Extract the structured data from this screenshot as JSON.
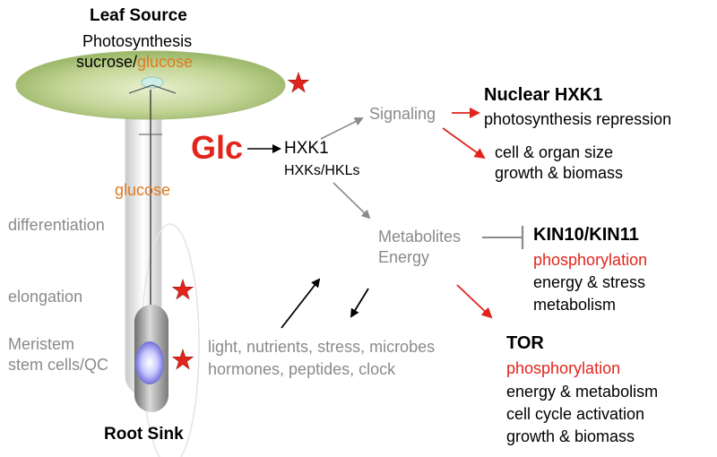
{
  "leaf": {
    "title": "Leaf Source",
    "subtitle": "Photosynthesis",
    "sugar_a": "sucrose/",
    "sugar_b": "glucose"
  },
  "stem": {
    "glucose": "glucose",
    "differentiation": "differentiation",
    "elongation": "elongation",
    "meristem_1": "Meristem",
    "meristem_2": "stem cells/QC",
    "root_sink": "Root Sink"
  },
  "center": {
    "glc": "Glc",
    "hxk1": "HXK1",
    "hxks": "HXKs/HKLs",
    "signaling": "Signaling",
    "metabolites": "Metabolites",
    "energy": "Energy",
    "env_1": "light, nutrients, stress, microbes",
    "env_2": "hormones, peptides, clock"
  },
  "nuclear": {
    "title": "Nuclear HXK1",
    "line1": "photosynthesis repression",
    "line2": "cell & organ size",
    "line3": "growth & biomass"
  },
  "kin": {
    "title": "KIN10/KIN11",
    "line1": "phosphorylation",
    "line2": "energy & stress",
    "line3": "metabolism"
  },
  "tor": {
    "title": "TOR",
    "line1": "phosphorylation",
    "line2": "energy & metabolism",
    "line3": "cell cycle activation",
    "line4": "growth & biomass"
  },
  "colors": {
    "red": "#e1251b",
    "orange": "#e07a1f",
    "gray": "#8a8a8a",
    "leaf_green": "#9db96a"
  }
}
